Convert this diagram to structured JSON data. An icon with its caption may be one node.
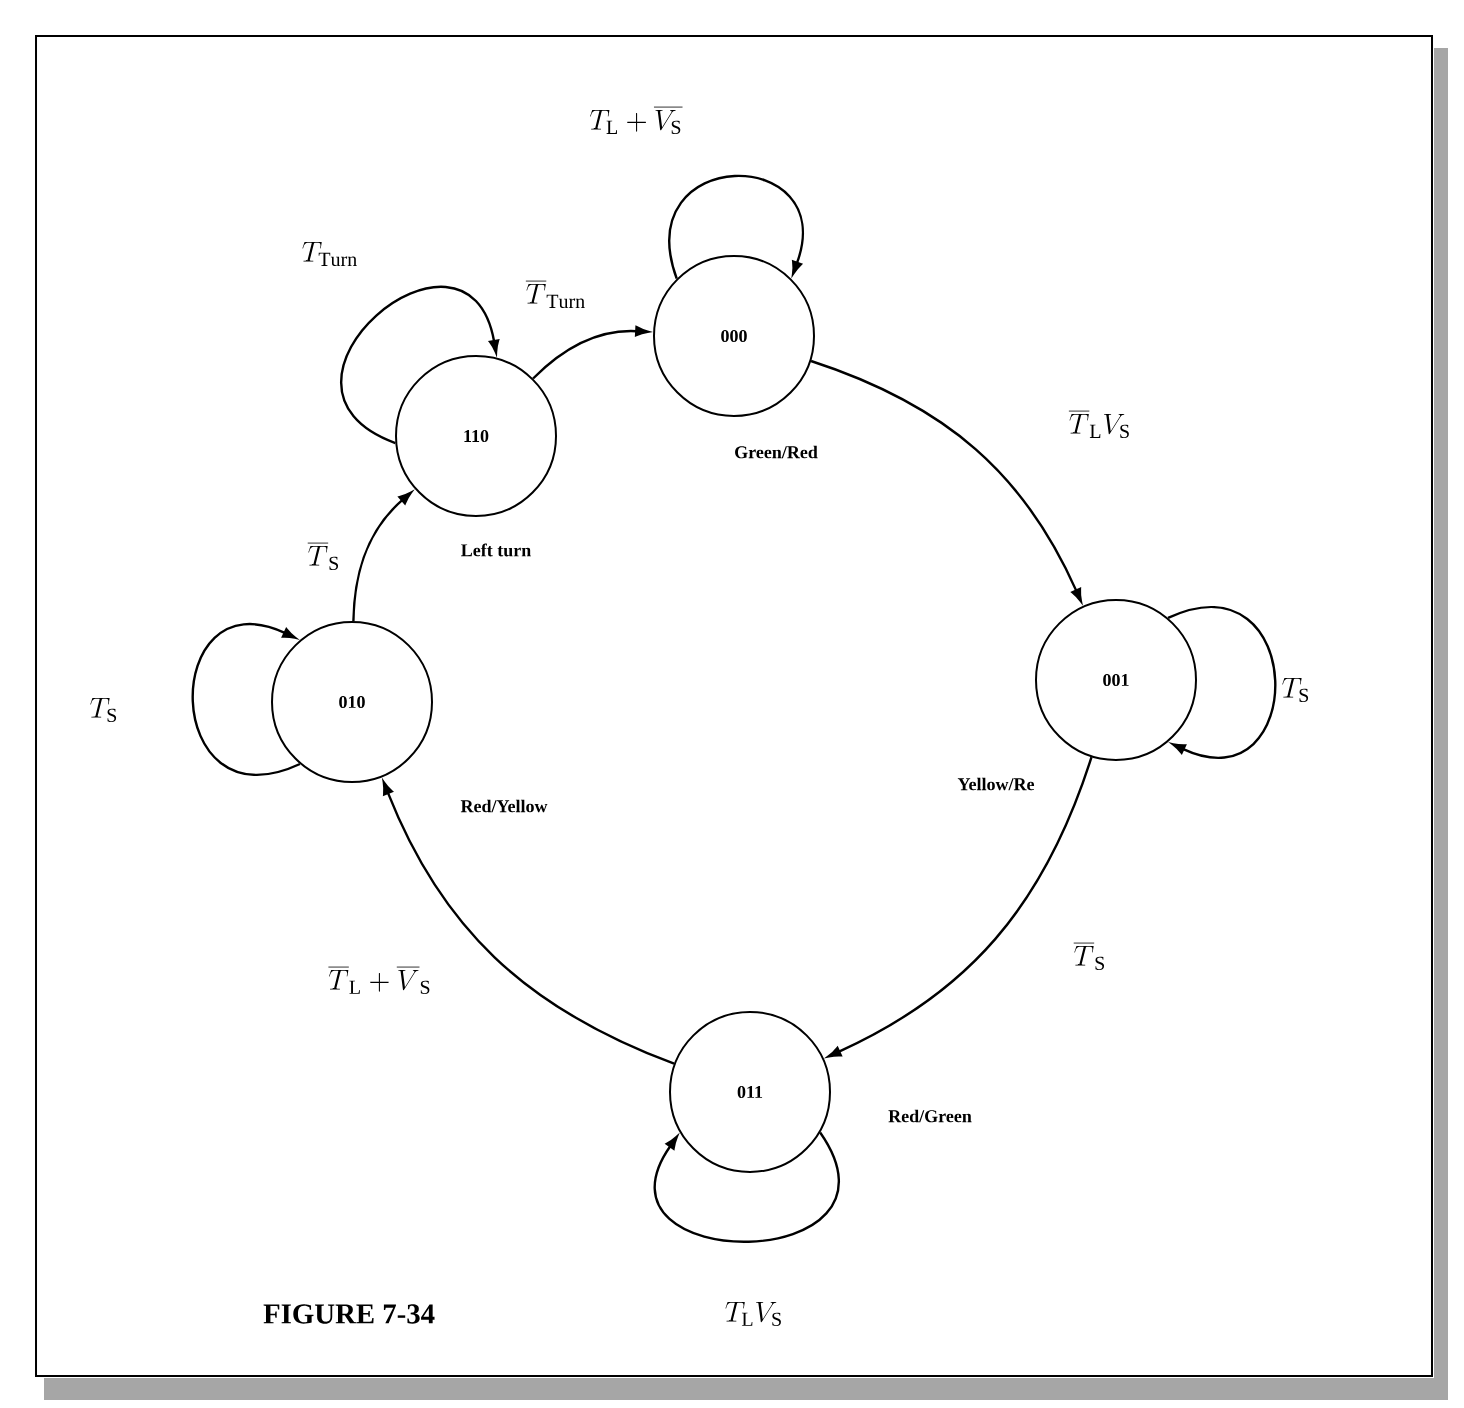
{
  "diagram": {
    "nodes": [
      {
        "text": [
          "000"
        ],
        "beside": [
          "Green/Red"
        ]
      },
      {
        "text": [
          "110"
        ],
        "beside": [
          "Left turn"
        ]
      },
      {
        "text": [
          "010"
        ],
        "beside": [
          "Red/Yellow"
        ]
      },
      {
        "text": [
          "001"
        ],
        "beside": [
          "Yellow/Re"
        ]
      },
      {
        "text": [
          "011"
        ],
        "beside": [
          "Red/Green"
        ]
      }
    ],
    "edges": [
      {
        "from": 0,
        "to": 0,
        "arrow": "to",
        "label": "T_{\\mathrm{L}} + \\overline{V_{\\mathrm{S}}}"
      },
      {
        "from": 0,
        "to": 3,
        "arrow": "to",
        "label": "\\overline{T}_{\\mathrm{L}} V_{\\mathrm{S}}"
      },
      {
        "from": 3,
        "to": 3,
        "arrow": "to",
        "label": "T_{\\mathrm{S}}"
      },
      {
        "from": 3,
        "to": 4,
        "arrow": "to",
        "label": "\\overline{T}_{\\mathrm{S}}"
      },
      {
        "from": 4,
        "to": 4,
        "arrow": "to",
        "label": "T_{\\mathrm{L}} V_{\\mathrm{S}}"
      },
      {
        "from": 4,
        "to": 2,
        "arrow": "to",
        "label": "\\overline{T}_{\\mathrm{L}} + \\overline{V}_{\\mathrm{S}}"
      },
      {
        "from": 2,
        "to": 2,
        "arrow": "to",
        "label": "T_{\\mathrm{S}}"
      },
      {
        "from": 2,
        "to": 1,
        "arrow": "to",
        "label": "\\overline{T}_{\\mathrm{S}}"
      },
      {
        "from": 1,
        "to": 1,
        "arrow": "to",
        "label": "T_{\\mathrm{Turn}}"
      },
      {
        "from": 1,
        "to": 0,
        "arrow": "to",
        "label": "\\overline{T}_{\\mathrm{Turn}}"
      }
    ],
    "labels": [
      "FIGURE 7-34"
    ]
  }
}
